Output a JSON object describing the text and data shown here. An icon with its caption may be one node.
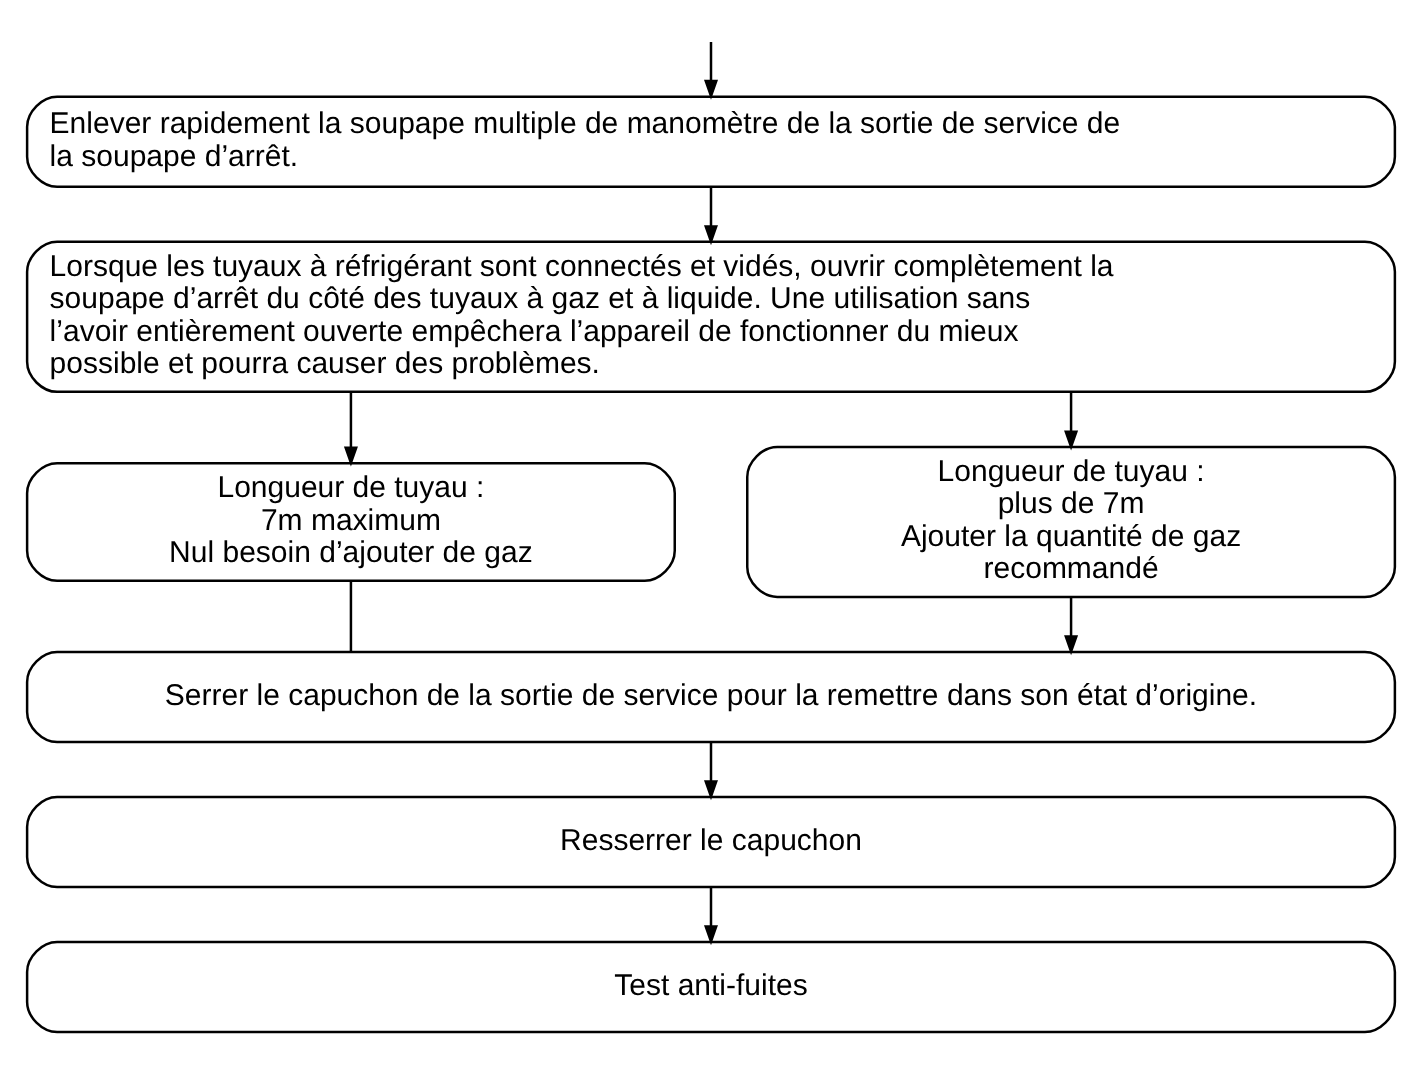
{
  "diagram": {
    "nodes": [
      {
        "text": [
          "Enlever rapidement la soupape multiple de manomètre de la sortie de service de la soupape d’arrêt."
        ]
      },
      {
        "text": [
          "Lorsque les tuyaux à réfrigérant sont connectés et vidés, ouvrir complètement la soupape d’arrêt du côté des tuyaux à gaz et à liquide. Une utilisation sans l’avoir entièrement ouverte empêchera l’appareil de fonctionner du mieux possible et pourra causer des problèmes."
        ]
      },
      {
        "text": [
          "Longueur de tuyau :",
          "7m maximum",
          "Nul besoin d’ajouter de gaz"
        ]
      },
      {
        "text": [
          "Longueur de tuyau :",
          "plus de 7m",
          "Ajouter la quantité de gaz recommandé"
        ]
      },
      {
        "text": [
          "Serrer le capuchon de la sortie de service pour la remettre dans son état d’origine."
        ]
      },
      {
        "text": [
          "Resserrer le capuchon"
        ]
      },
      {
        "text": [
          "Test anti-fuites"
        ]
      }
    ],
    "edges": [
      {
        "from": null,
        "to": 0,
        "arrow": "to"
      },
      {
        "from": 0,
        "to": 1,
        "arrow": "to"
      },
      {
        "from": 1,
        "to": 2,
        "arrow": "to"
      },
      {
        "from": 1,
        "to": 3,
        "arrow": "to"
      },
      {
        "from": 2,
        "to": 4,
        "arrow": "none"
      },
      {
        "from": 3,
        "to": 4,
        "arrow": "to"
      },
      {
        "from": 4,
        "to": 5,
        "arrow": "to"
      },
      {
        "from": 5,
        "to": 6,
        "arrow": "to"
      }
    ]
  }
}
